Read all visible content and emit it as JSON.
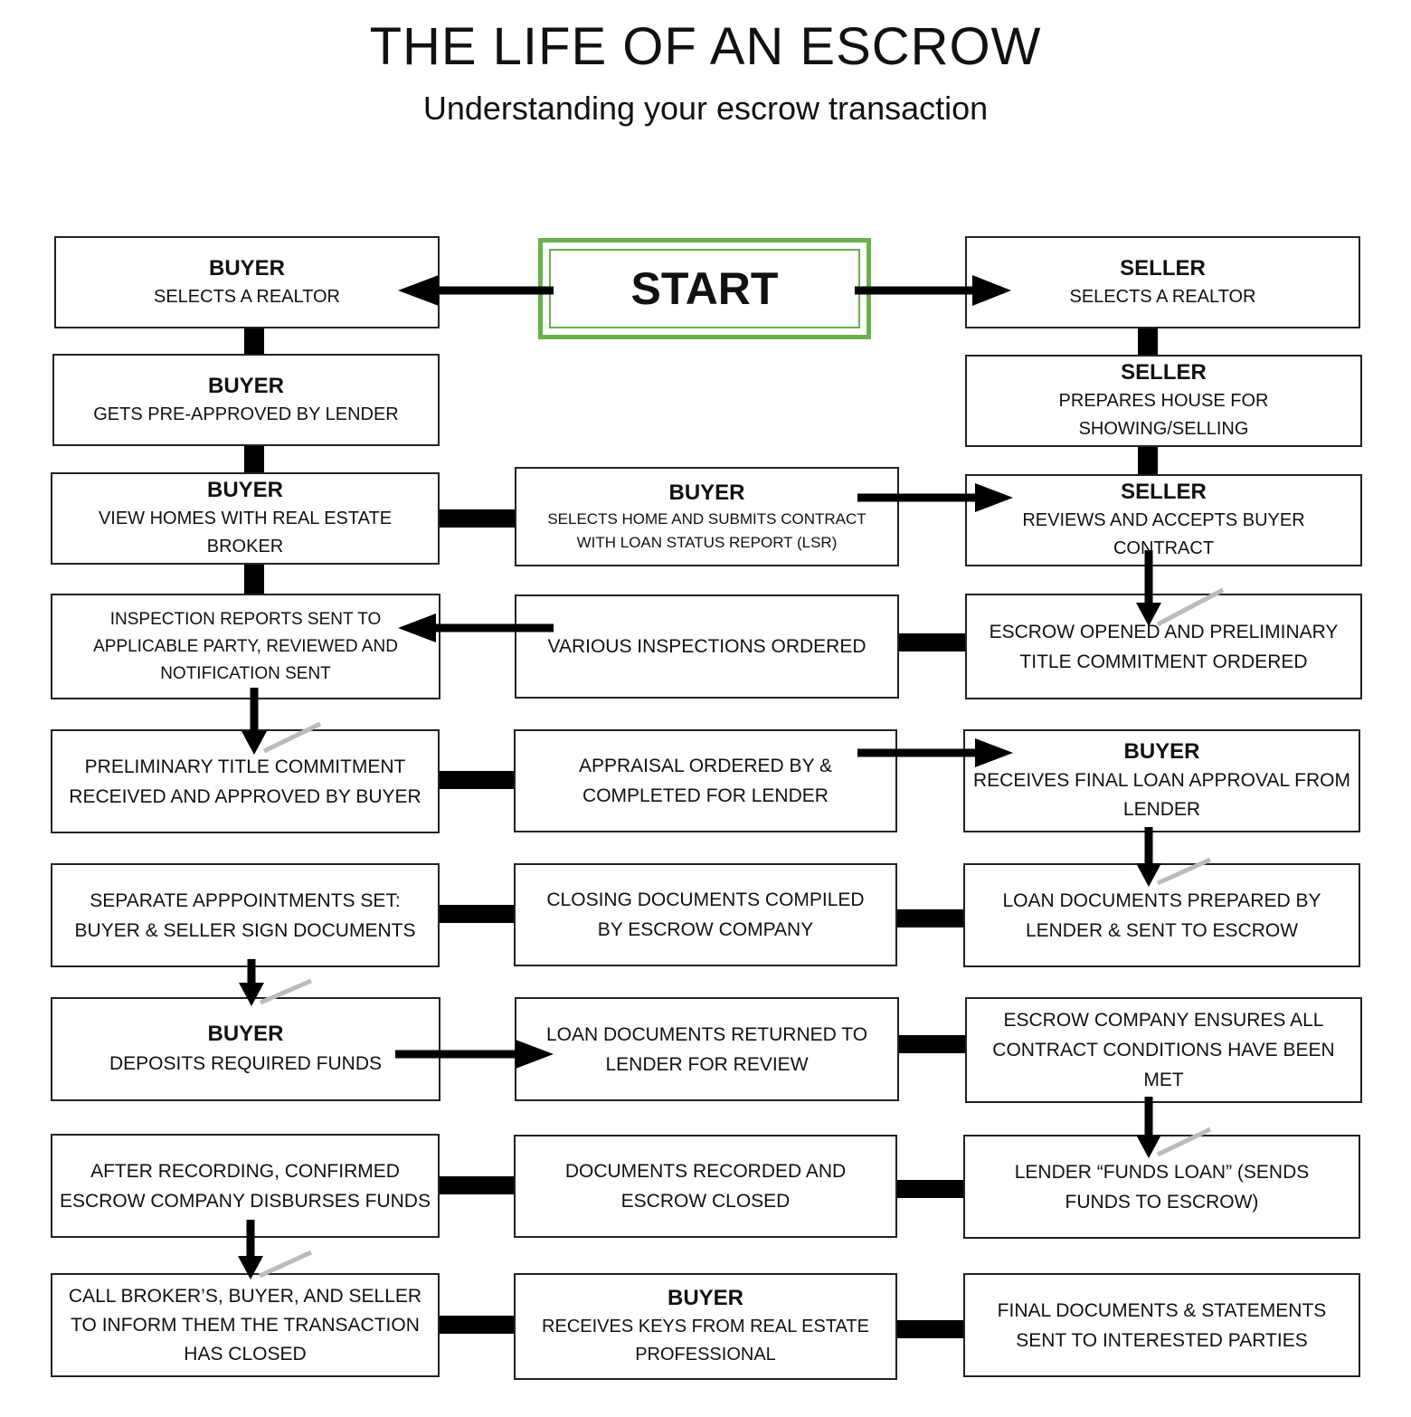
{
  "title": "THE LIFE OF AN ESCROW",
  "subtitle": "Understanding your escrow transaction",
  "start": "START",
  "boxes": {
    "b1": {
      "head": "BUYER",
      "body": "SELECTS A REALTOR"
    },
    "b2": {
      "head": "BUYER",
      "body": "GETS PRE-APPROVED BY LENDER"
    },
    "b3": {
      "head": "BUYER",
      "body": "VIEW HOMES WITH REAL ESTATE BROKER"
    },
    "b4": {
      "body": "INSPECTION REPORTS SENT TO\nAPPLICABLE PARTY, REVIEWED AND\nNOTIFICATION SENT"
    },
    "b5": {
      "body": "PRELIMINARY TITLE COMMITMENT\nRECEIVED AND APPROVED BY BUYER"
    },
    "b6": {
      "body": "SEPARATE APPPOINTMENTS SET:\nBUYER & SELLER SIGN DOCUMENTS"
    },
    "b7": {
      "head": "BUYER",
      "body": "DEPOSITS REQUIRED FUNDS"
    },
    "b8": {
      "body": "AFTER RECORDING, CONFIRMED\nESCROW COMPANY DISBURSES FUNDS"
    },
    "b9": {
      "body": "CALL BROKER’S, BUYER, AND SELLER\nTO INFORM THEM THE TRANSACTION\nHAS CLOSED"
    },
    "m3": {
      "head": "BUYER",
      "body": "SELECTS HOME AND SUBMITS CONTRACT\nWITH LOAN STATUS REPORT (LSR)"
    },
    "m4": {
      "body": "VARIOUS INSPECTIONS ORDERED"
    },
    "m5": {
      "body": "APPRAISAL ORDERED BY &\nCOMPLETED FOR LENDER"
    },
    "m6": {
      "body": "CLOSING DOCUMENTS COMPILED\nBY ESCROW COMPANY"
    },
    "m7": {
      "body": "LOAN DOCUMENTS RETURNED TO\nLENDER FOR REVIEW"
    },
    "m8": {
      "body": "DOCUMENTS RECORDED AND\nESCROW CLOSED"
    },
    "m9": {
      "head": "BUYER",
      "body": "RECEIVES KEYS FROM REAL ESTATE\nPROFESSIONAL"
    },
    "s1": {
      "head": "SELLER",
      "body": "SELECTS A REALTOR"
    },
    "s2": {
      "head": "SELLER",
      "body": "PREPARES HOUSE FOR SHOWING/SELLING"
    },
    "s3": {
      "head": "SELLER",
      "body": "REVIEWS AND ACCEPTS BUYER CONTRACT"
    },
    "s4": {
      "body": "ESCROW OPENED AND PRELIMINARY\nTITLE COMMITMENT ORDERED"
    },
    "s5": {
      "head": "BUYER",
      "body": "RECEIVES FINAL LOAN APPROVAL FROM\nLENDER"
    },
    "s6": {
      "body": "LOAN DOCUMENTS PREPARED BY\nLENDER & SENT TO ESCROW"
    },
    "s7": {
      "body": "ESCROW COMPANY ENSURES ALL\nCONTRACT CONDITIONS HAVE BEEN\nMET"
    },
    "s8": {
      "body": "LENDER “FUNDS LOAN” (SENDS\nFUNDS TO ESCROW)"
    },
    "s9": {
      "body": "FINAL DOCUMENTS & STATEMENTS\nSENT TO INTERESTED PARTIES"
    }
  }
}
